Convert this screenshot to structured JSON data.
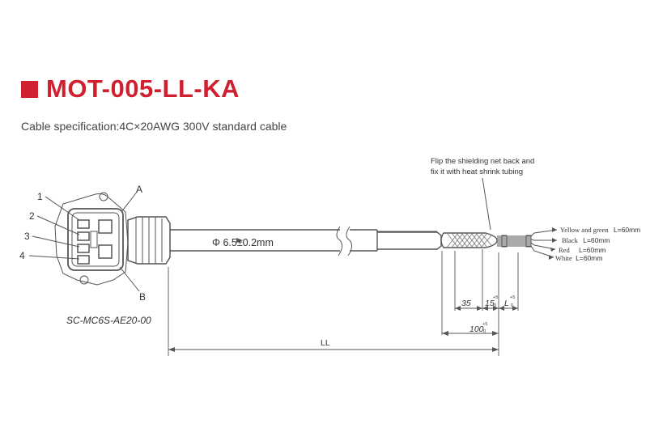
{
  "colors": {
    "accent": "#d0202f",
    "line": "#555555"
  },
  "title": "MOT-005-LL-KA",
  "spec": "Cable specification:4C×20AWG 300V standard cable",
  "connector": {
    "pin_labels": [
      "1",
      "2",
      "3",
      "4"
    ],
    "label_a": "A",
    "label_b": "B",
    "model": "SC-MC6S-AE20-00"
  },
  "cable": {
    "diameter": "Φ 6.5±0.2mm"
  },
  "shield_note": [
    "Flip the shielding net back and",
    "fix it with heat shrink tubing"
  ],
  "wires": [
    {
      "color": "Yellow and green",
      "length": "L=60mm"
    },
    {
      "color": "Black",
      "length": "L=60mm"
    },
    {
      "color": "Red",
      "length": "L=60mm"
    },
    {
      "color": "White",
      "length": "L=60mm"
    }
  ],
  "dimensions": {
    "d35": "35",
    "d15": "15",
    "d15_tol_top": "+5",
    "d15_tol_bottom": "0",
    "dL": "L",
    "dL_tol_top": "+5",
    "dL_tol_bottom": "0",
    "d100": "100",
    "d100_tol_top": "+5",
    "d100_tol_bottom": "0",
    "LL": "LL"
  }
}
